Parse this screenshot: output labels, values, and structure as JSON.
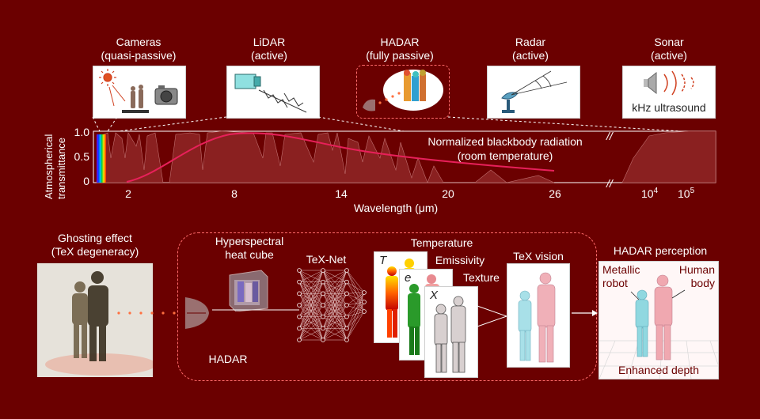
{
  "modalities": [
    {
      "name": "Cameras",
      "mode": "(quasi-passive)"
    },
    {
      "name": "LiDAR",
      "mode": "(active)"
    },
    {
      "name": "HADAR",
      "mode": "(fully passive)"
    },
    {
      "name": "Radar",
      "mode": "(active)"
    },
    {
      "name": "Sonar",
      "mode": "(active)"
    }
  ],
  "sonar_caption": "kHz ultrasound",
  "spectrum": {
    "ylabel_line1": "Atmospherical",
    "ylabel_line2": "transmittance",
    "yticks": [
      "1.0",
      "0.5",
      "0"
    ],
    "xticks": [
      "2",
      "8",
      "14",
      "20",
      "26"
    ],
    "xticks_far_base": "10",
    "xticks_far": [
      {
        "base": "10",
        "exp": "4"
      },
      {
        "base": "10",
        "exp": "5"
      }
    ],
    "xlabel": "Wavelength (μm)",
    "curve_label_line1": "Normalized blackbody radiation",
    "curve_label_line2": "(room temperature)",
    "break_mark": "//"
  },
  "pipeline": {
    "ghosting_line1": "Ghosting effect",
    "ghosting_line2": "(TeX degeneracy)",
    "cube_line1": "Hyperspectral",
    "cube_line2": "heat cube",
    "texnet": "TeX-Net",
    "hadar": "HADAR",
    "temperature": "Temperature",
    "emissivity": "Emissivity",
    "texture": "Texture",
    "sym_T": "T",
    "sym_e": "e",
    "sym_X": "X",
    "tex_vision": "TeX vision",
    "perception": "HADAR perception",
    "metallic_line1": "Metallic",
    "metallic_line2": "robot",
    "human_line1": "Human",
    "human_line2": "body",
    "depth": "Enhanced depth"
  },
  "colors": {
    "background": "#6b0000",
    "curve": "#e8205a",
    "transmittance_fill": "#8a2020",
    "dashed_box": "#ff6a6a"
  }
}
